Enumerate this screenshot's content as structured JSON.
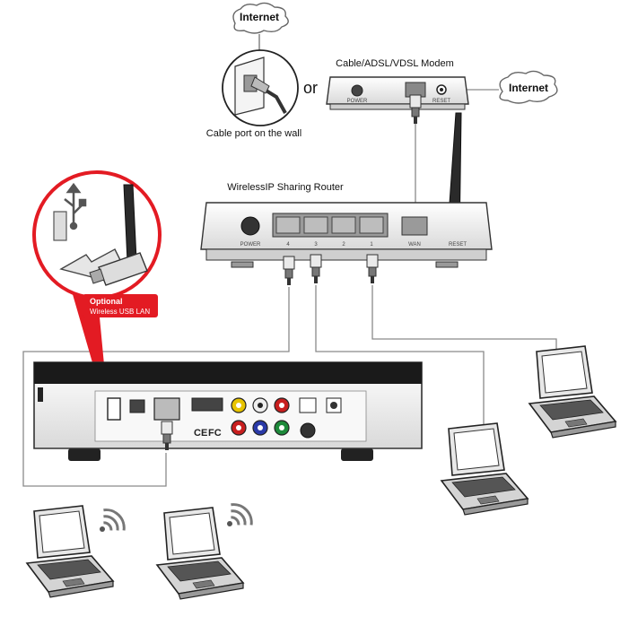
{
  "internet_top": "Internet",
  "internet_right": "Internet",
  "or_text": "or",
  "wall_caption": "Cable port on the wall",
  "modem_label": "Cable/ADSL/VDSL Modem",
  "modem_ports": {
    "power": "POWER",
    "reset": "RESET"
  },
  "router_label": "WirelessIP Sharing Router",
  "router_ports": {
    "power": "POWER",
    "lan1": "4",
    "lan2": "3",
    "lan3": "2",
    "lan4": "1",
    "wan": "WAN",
    "reset": "RESET"
  },
  "optional": {
    "title": "Optional",
    "subtitle": "Wireless USB LAN"
  },
  "player_marks": {
    "ce": "CE",
    "fc": "FC"
  },
  "colors": {
    "accent_red": "#e31b23",
    "line": "#8a8a8a",
    "device_light": "#f2f2f2",
    "device_dark": "#1a1a1a"
  }
}
